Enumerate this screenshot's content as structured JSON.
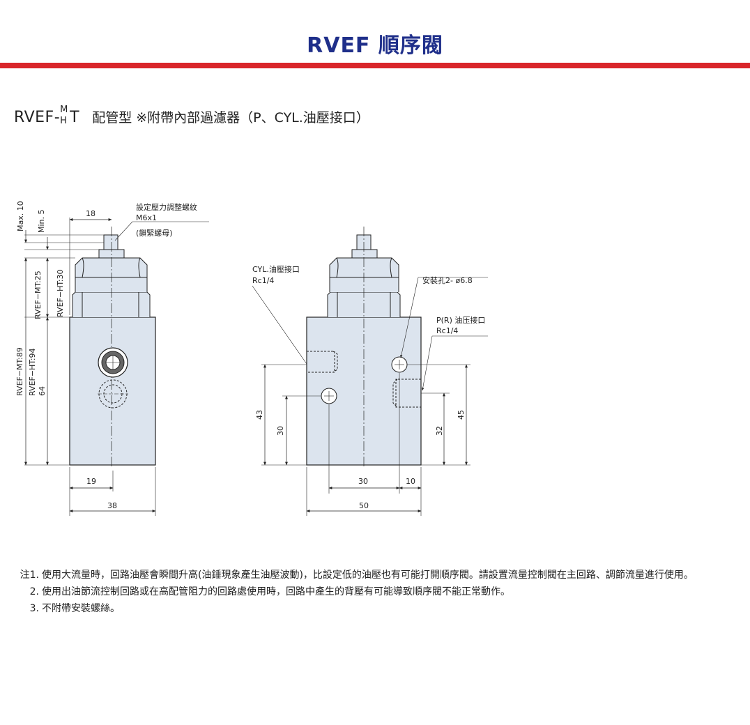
{
  "header": {
    "title": "RVEF 順序閥",
    "accent_color": "#d9252a",
    "title_color": "#1f2f8a"
  },
  "subtitle": {
    "model_prefix": "RVEF-",
    "model_sup": "M",
    "model_sub": "H",
    "model_suffix": "T",
    "description": "配管型 ※附帶內部過濾器（P、CYL.油壓接口）"
  },
  "drawing_left": {
    "dim_max": "Max. 10",
    "dim_min": "Min. 5",
    "dim_18": "18",
    "screw_label_1": "設定壓力調整螺紋",
    "screw_label_2": "M6x1",
    "screw_label_3": "(鎖緊螺母)",
    "dim_mt25": "RVEF−MT:25",
    "dim_ht30": "RVEF−HT:30",
    "dim_mt89": "RVEF−MT:89",
    "dim_ht94": "RVEF−HT:94",
    "dim_64": "64",
    "dim_19": "19",
    "dim_38": "38"
  },
  "drawing_right": {
    "cyl_label_1": "CYL.油壓接口",
    "cyl_label_2": "Rc1/4",
    "mount_label": "安裝孔2- ø6.8",
    "pr_label_1": "P(R) 油压接口",
    "pr_label_2": "Rc1/4",
    "dim_43": "43",
    "dim_30v": "30",
    "dim_32": "32",
    "dim_45": "45",
    "dim_30h": "30",
    "dim_10": "10",
    "dim_50": "50"
  },
  "notes": [
    {
      "num": "注1.",
      "text": "使用大流量時，回路油壓會瞬間升高(油錘現象產生油壓波動)，比設定低的油壓也有可能打開順序閥。請設置流量控制閥在主回路、調節流量進行使用。"
    },
    {
      "num": "2.",
      "text": "使用出油節流控制回路或在高配管阻力的回路處使用時，回路中產生的背壓有可能導致順序閥不能正常動作。"
    },
    {
      "num": "3.",
      "text": "不附帶安裝螺絲。"
    }
  ]
}
